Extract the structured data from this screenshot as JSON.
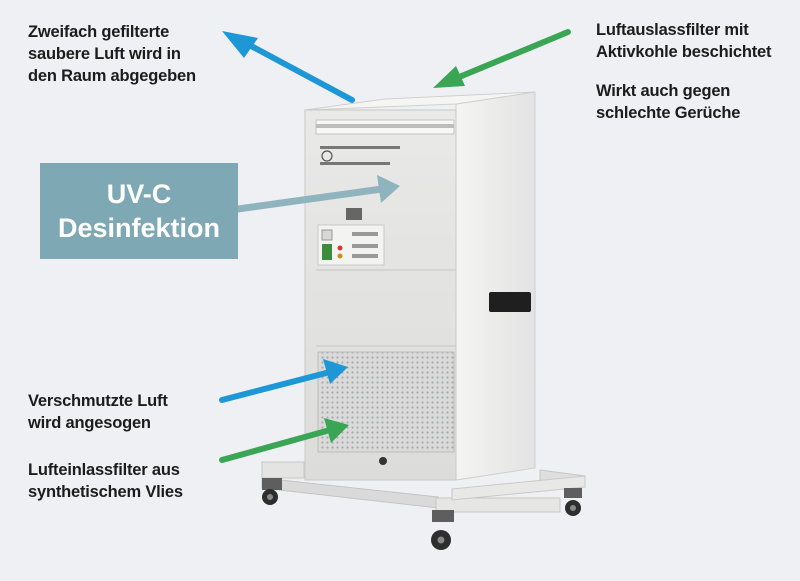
{
  "labels": {
    "top_left": [
      "Zweifach gefilterte",
      "saubere Luft wird in",
      "den Raum abgegeben"
    ],
    "top_right": [
      "Luftauslassfilter mit",
      "Aktivkohle beschichtet"
    ],
    "top_right_2": [
      "Wirkt auch gegen",
      "schlechte Gerüche"
    ],
    "uvc": [
      "UV-C",
      "Desinfektion"
    ],
    "bottom_1": [
      "Verschmutzte Luft",
      "wird angesogen"
    ],
    "bottom_2": [
      "Lufteinlassfilter aus",
      "synthetischem Vlies"
    ]
  },
  "colors": {
    "blue_arrow": "#1e97d6",
    "green_arrow": "#3aa655",
    "teal_arrow": "#8fb4be",
    "uvc_box": "#7ea8b3",
    "background": "#eef0f4",
    "unit_body": "#ececeb"
  }
}
